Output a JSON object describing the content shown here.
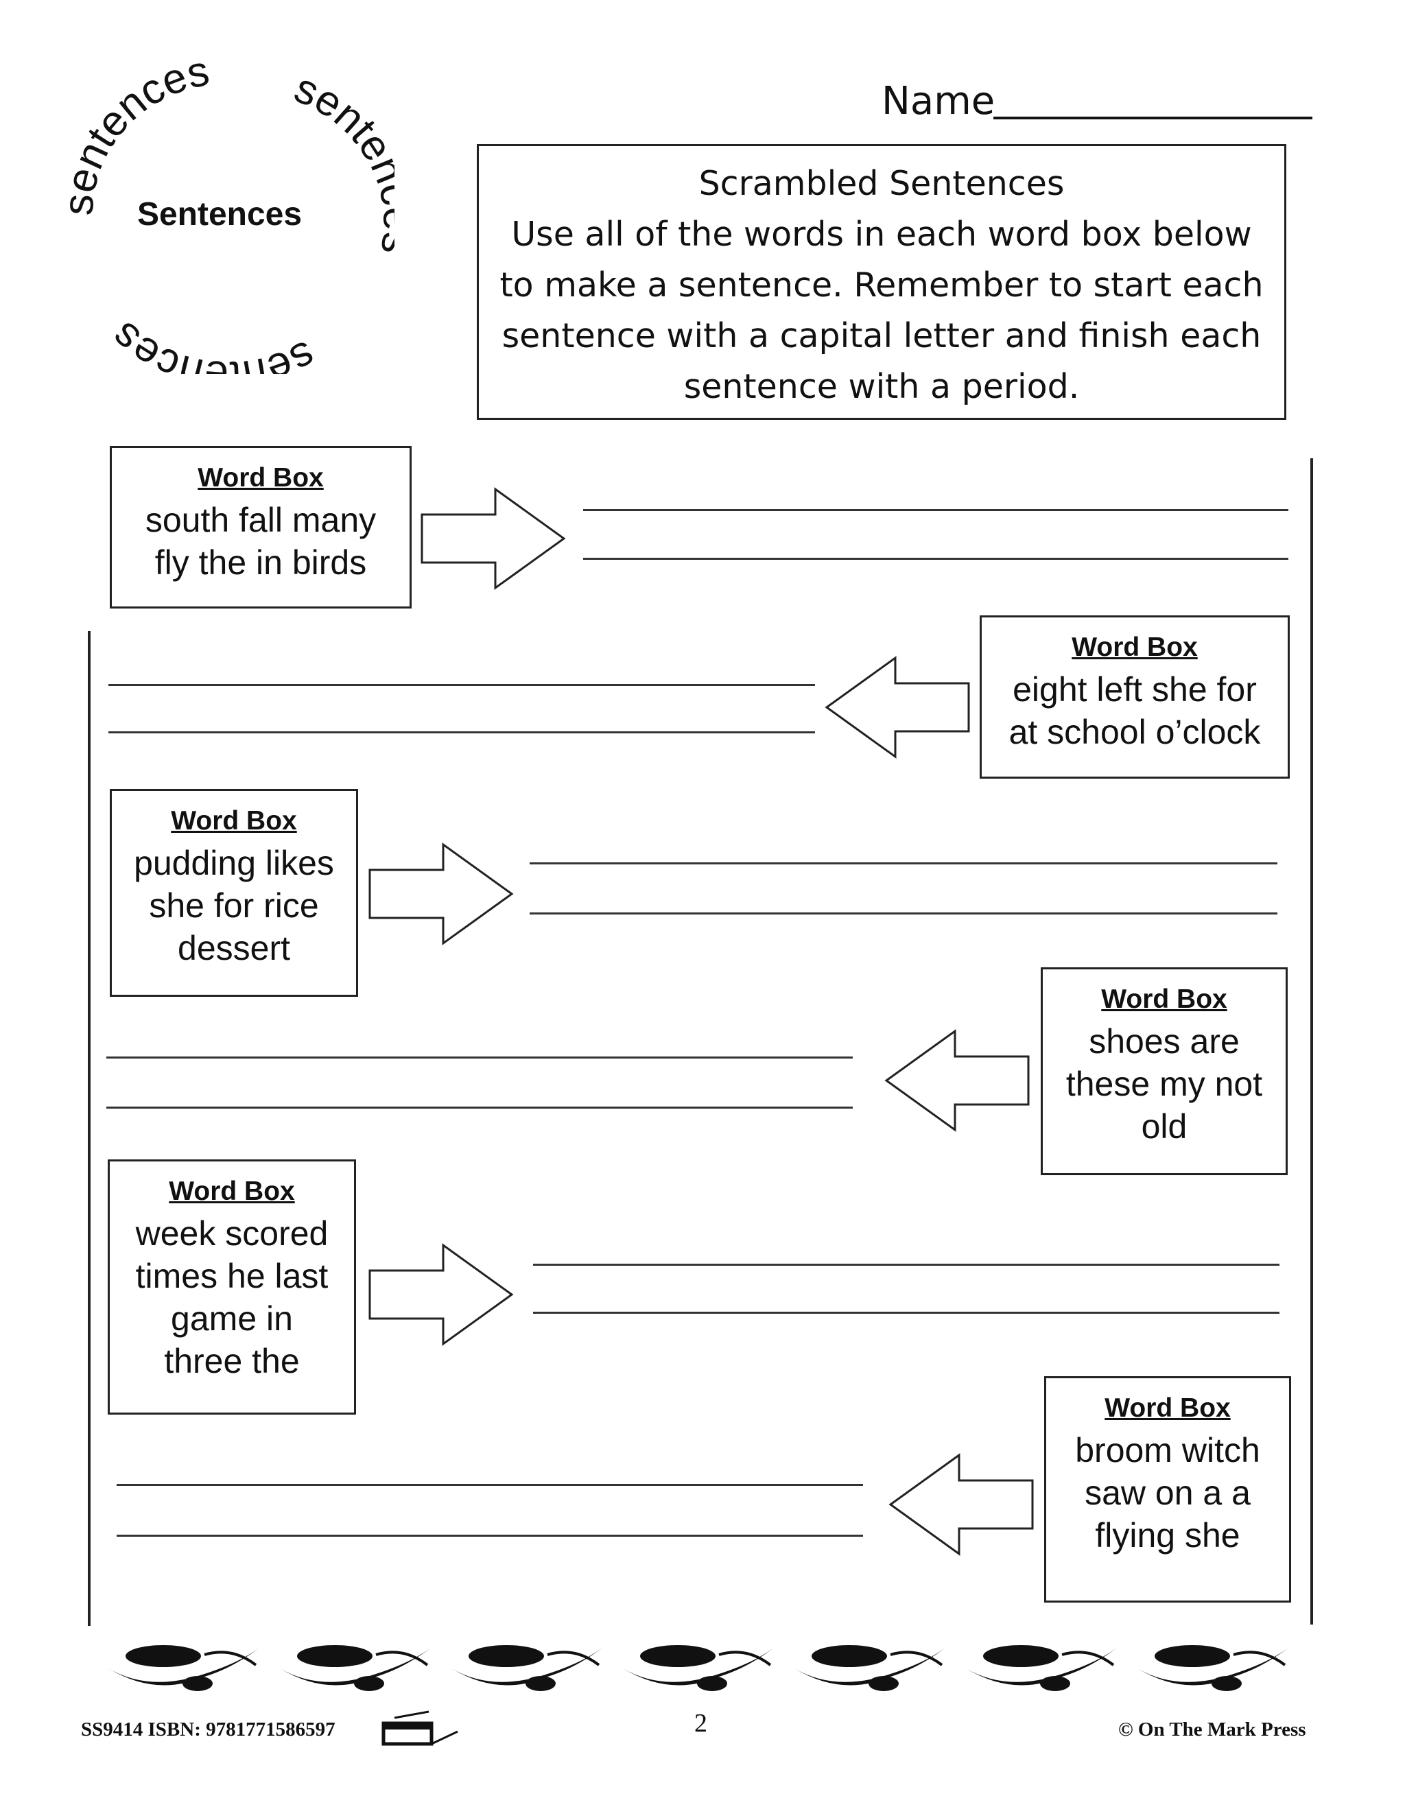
{
  "logo": {
    "center_label": "Sentences",
    "arc_word": "sentences"
  },
  "header": {
    "name_label": "Name"
  },
  "instructions": {
    "title": "Scrambled Sentences",
    "body": "Use all of the words in each word box below to make a sentence.  Remember to start each sentence with a capital letter and finish each sentence with a period."
  },
  "word_boxes": [
    {
      "title": "Word Box",
      "words": "south fall many\nfly the in birds"
    },
    {
      "title": "Word Box",
      "words": "eight left she for\nat school o’clock"
    },
    {
      "title": "Word Box",
      "words": "pudding likes\nshe for rice\ndessert"
    },
    {
      "title": "Word Box",
      "words": "shoes are\nthese my not\nold"
    },
    {
      "title": "Word Box",
      "words": "week scored\ntimes he last\ngame in\nthree   the"
    },
    {
      "title": "Word Box",
      "words": "broom witch\nsaw on a a\nflying she"
    }
  ],
  "footer": {
    "code_isbn": "SS9414  ISBN: 9781771586597",
    "page_number": "2",
    "copyright": "© On The Mark Press"
  }
}
